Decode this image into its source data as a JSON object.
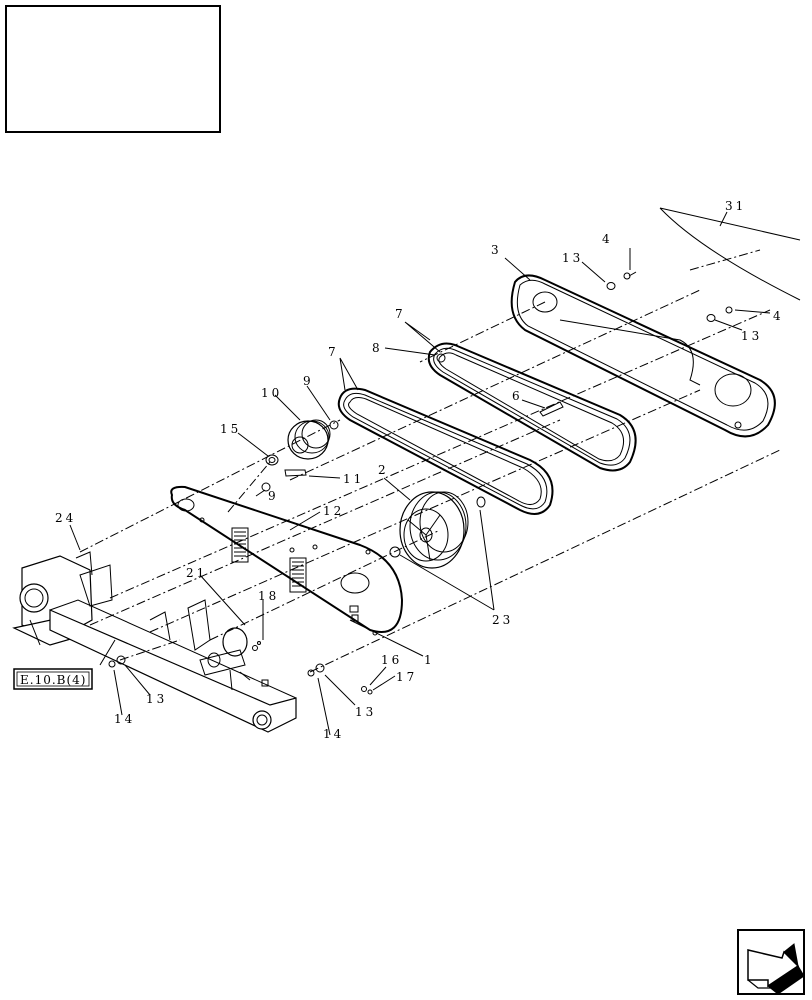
{
  "callouts": {
    "c1": "1",
    "c2": "2",
    "c3": "3",
    "c4a": "4",
    "c4b": "4",
    "c6": "6",
    "c7a": "7",
    "c7b": "7",
    "c8": "8",
    "c9a": "9",
    "c9b": "9",
    "c10": "10",
    "c11": "11",
    "c12": "12",
    "c13a": "13",
    "c13b": "13",
    "c13c": "13",
    "c13d": "13",
    "c14a": "14",
    "c14b": "14",
    "c15": "15",
    "c16": "16",
    "c17": "17",
    "c18": "18",
    "c21": "21",
    "c23": "23",
    "c24": "24",
    "c31": "31"
  },
  "reference": "E.10.B(4)",
  "nav_icon": "next-page-arrow-icon"
}
